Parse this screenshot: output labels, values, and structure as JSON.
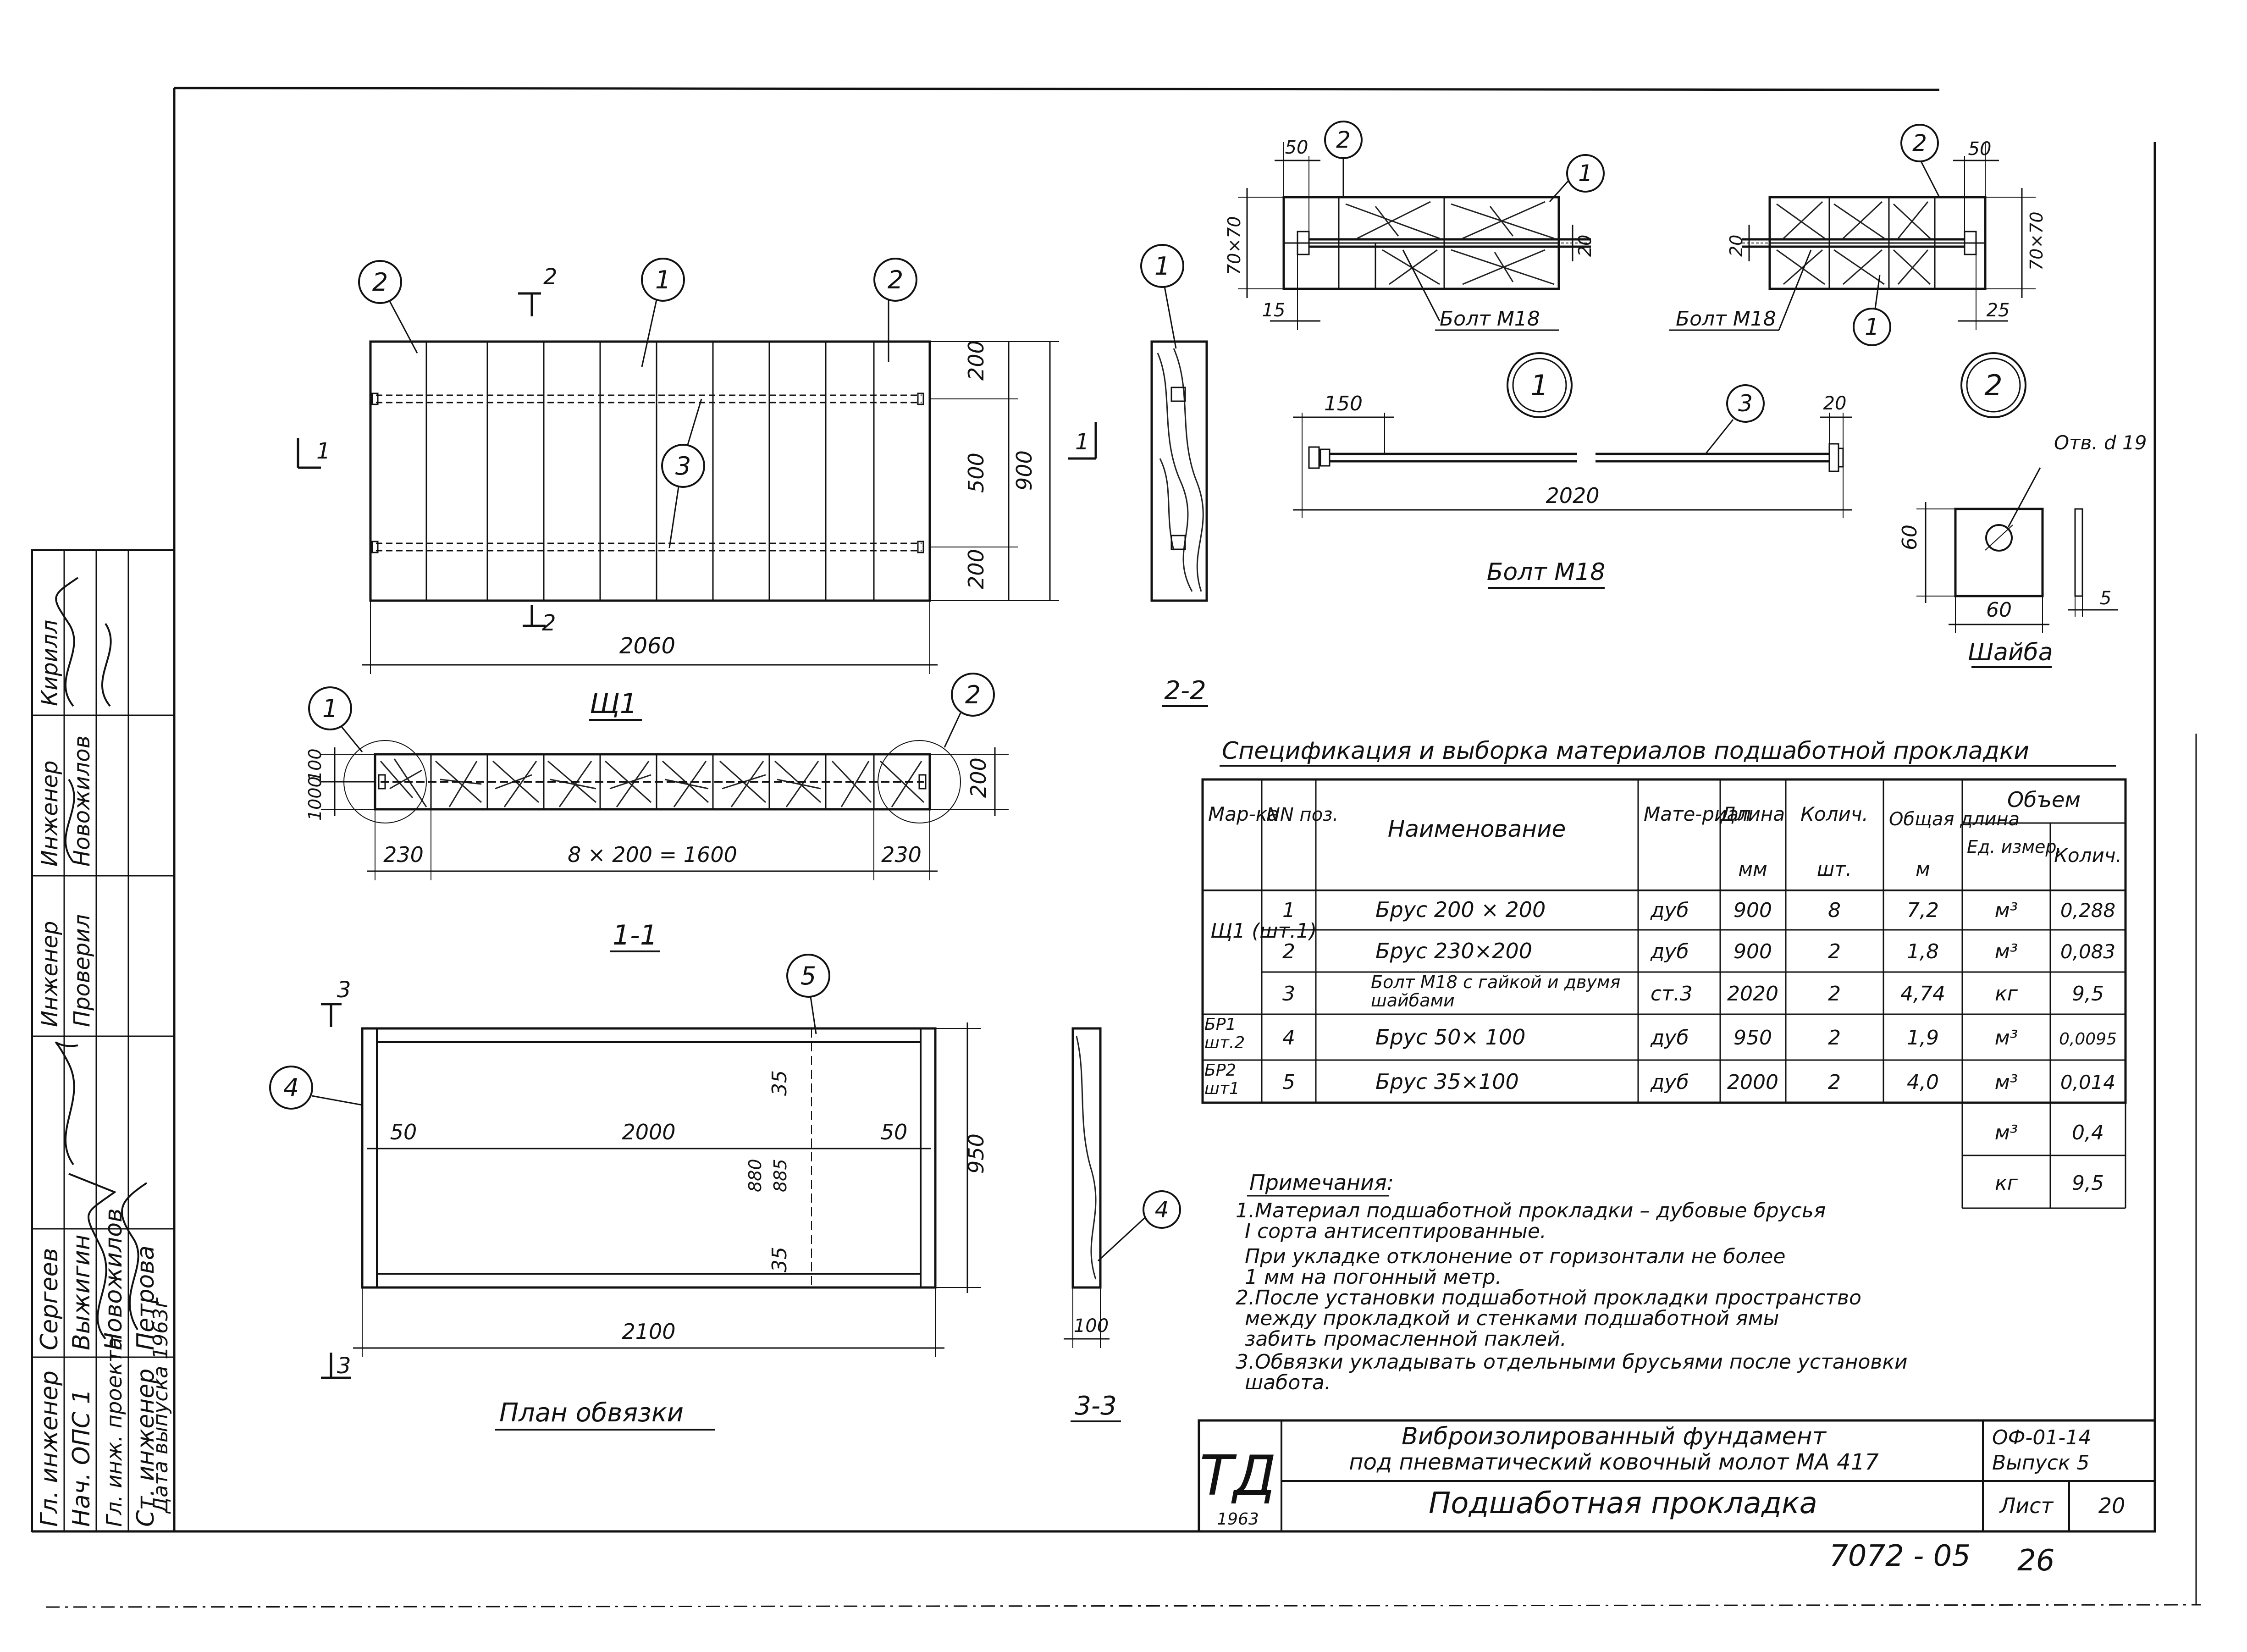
{
  "plan_shch1": {
    "bubbles": [
      "2",
      "1",
      "2",
      "3"
    ],
    "cut2_top": "2",
    "cut2_bottom": "2",
    "cut1_left": "1",
    "cut1_right": "1",
    "dims_right": [
      "200",
      "500",
      "200"
    ],
    "dim_total_height": "900",
    "dim_total_width": "2060",
    "title": "Щ1"
  },
  "section_1_1": {
    "bubbles": [
      "1",
      "2"
    ],
    "dim_left": "1000",
    "dim_left2": "100",
    "dim_right": "200",
    "dims_bottom": [
      "230",
      "8 × 200 = 1600",
      "230"
    ],
    "title": "1-1"
  },
  "section_2_2": {
    "bubble": "1",
    "title": "2-2"
  },
  "plan_obvyazki": {
    "bubble_top": "5",
    "bubble_left": "4",
    "cut3_top": "3",
    "cut3_bottom": "3",
    "dims_inner": [
      "50",
      "2000",
      "50"
    ],
    "dims_vertical": [
      "35",
      "880",
      "885",
      "35"
    ],
    "dim_height": "950",
    "dim_width": "2100",
    "title": "План обвязки"
  },
  "section_3_3": {
    "bubble": "4",
    "dim_bottom": "100",
    "title": "3-3"
  },
  "detail_1": {
    "bubbles": [
      "2",
      "1"
    ],
    "dims": [
      "50",
      "70×70",
      "20",
      "15"
    ],
    "bolt_label": "Болт М18",
    "detail_mark": "1"
  },
  "detail_2": {
    "bubbles": [
      "2",
      "1"
    ],
    "dims": [
      "50",
      "20",
      "70×70",
      "25"
    ],
    "bolt_label": "Болт М18",
    "detail_mark": "2"
  },
  "bolt": {
    "bubble": "3",
    "dims": [
      "150",
      "20",
      "2020"
    ],
    "title": "Болт М18"
  },
  "washer": {
    "hole_label": "Отв. d 19",
    "dims": [
      "60",
      "60",
      "5"
    ],
    "title": "Шайба"
  },
  "spec_table": {
    "title": "Спецификация и выборка материалов подшаботной прокладки",
    "headers": {
      "marka": "Мар-ка",
      "nn": "NN поз.",
      "name": "Наименование",
      "material": "Мате-риал",
      "length": "Длина",
      "length_unit": "мм",
      "qty": "Колич.",
      "qty_unit": "шт.",
      "total": "Общая длина",
      "total_unit": "м",
      "volume": "Объем",
      "vol_unit": "Ед. измер.",
      "vol_qty": "Колич."
    },
    "rows": [
      {
        "marka": "Щ1 (шт.1)",
        "pos": "1",
        "name": "Брус   200 × 200",
        "mat": "дуб",
        "len": "900",
        "qty": "8",
        "total": "7,2",
        "unit": "м³",
        "vol": "0,288"
      },
      {
        "marka": "",
        "pos": "2",
        "name": "Брус   230×200",
        "mat": "дуб",
        "len": "900",
        "qty": "2",
        "total": "1,8",
        "unit": "м³",
        "vol": "0,083"
      },
      {
        "marka": "",
        "pos": "3",
        "name": "Болт М18 с гайкой и двумя шайбами",
        "mat": "ст.3",
        "len": "2020",
        "qty": "2",
        "total": "4,74",
        "unit": "кг",
        "vol": "9,5"
      },
      {
        "marka": "БР1 шт.2",
        "pos": "4",
        "name": "Брус   50× 100",
        "mat": "дуб",
        "len": "950",
        "qty": "2",
        "total": "1,9",
        "unit": "м³",
        "vol": "0,0095"
      },
      {
        "marka": "БР2 шт1",
        "pos": "5",
        "name": "Брус   35×100",
        "mat": "дуб",
        "len": "2000",
        "qty": "2",
        "total": "4,0",
        "unit": "м³",
        "vol": "0,014"
      }
    ],
    "totals": [
      {
        "unit": "м³",
        "vol": "0,4"
      },
      {
        "unit": "кг",
        "vol": "9,5"
      }
    ]
  },
  "notes": {
    "title": "Примечания:",
    "lines": [
      "1.Материал подшаботной прокладки – дубовые брусья",
      "I сорта антисептированные.",
      "При укладке отклонение от горизонтали не более",
      "1 мм на погонный метр.",
      "2.После установки подшаботной прокладки пространство",
      "между прокладкой и стенками подшаботной ямы",
      "забить промасленной паклей.",
      "3.Обвязки укладывать отдельными брусьями после установки",
      "шабота."
    ]
  },
  "title_block": {
    "logo": "ТД",
    "year": "1963",
    "project_line1": "Виброизолированный фундамент",
    "project_line2": "под пневматический ковочный молот МА 417",
    "code": "ОФ-01-14",
    "issue": "Выпуск 5",
    "sheet_title": "Подшаботная прокладка",
    "sheet_label": "Лист",
    "sheet_no": "20"
  },
  "bottom_numbers": {
    "inventory": "7072 - 05",
    "page": "26"
  },
  "stamp": {
    "rows": [
      {
        "role": "Гл. инженер",
        "name": "Сергеев"
      },
      {
        "role": "Нач. ОПС 1",
        "name": "Выжигин"
      },
      {
        "role": "Гл. инж. проекта",
        "name": "Новожилов"
      },
      {
        "role": "Ст. инженер",
        "name": "Петрова"
      }
    ],
    "date": "Дата выпуска 1963г",
    "upper_cells": [
      "Инженер",
      "Проверил",
      "Инженер",
      "Новожилов",
      "Кирилл"
    ]
  }
}
